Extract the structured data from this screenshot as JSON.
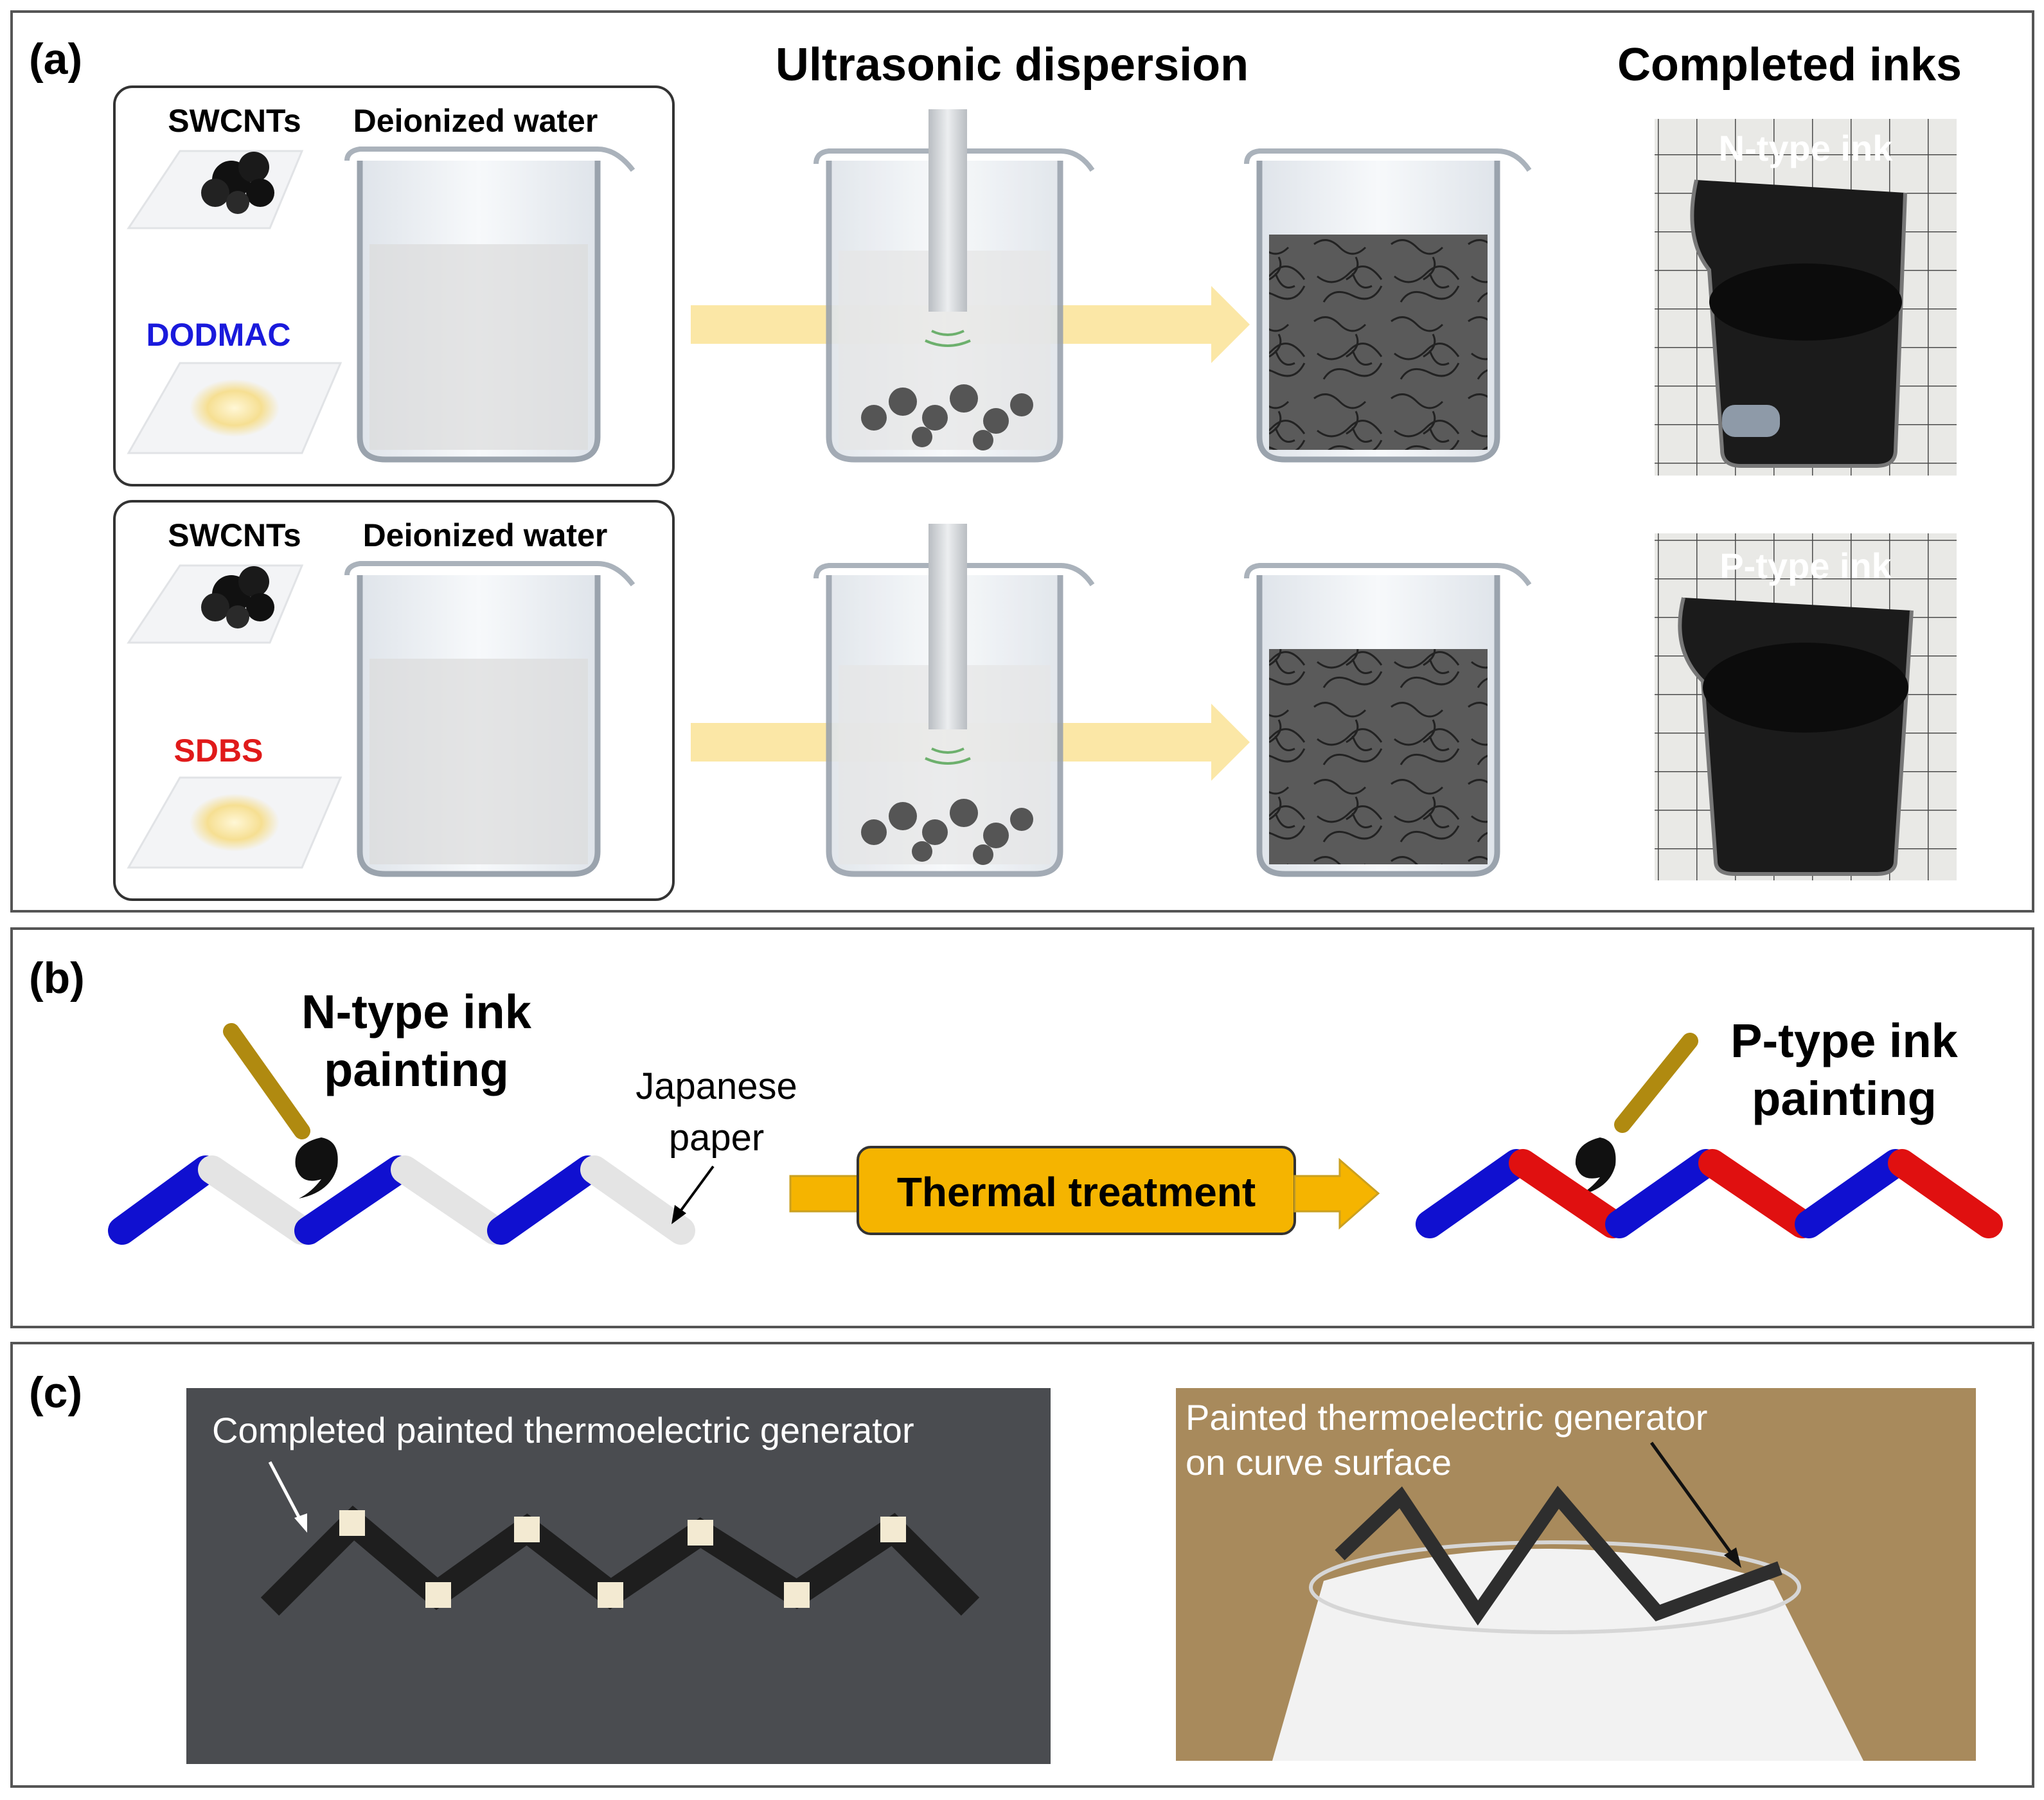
{
  "panel_a": {
    "label": "(a)",
    "title_ultrasonic": "Ultrasonic dispersion",
    "title_completed": "Completed inks",
    "top_box": {
      "swcnts": "SWCNTs",
      "water": "Deionized water",
      "surfactant": "DODMAC",
      "surfactant_color": "#1a1adc"
    },
    "bottom_box": {
      "swcnts": "SWCNTs",
      "water": "Deionized water",
      "surfactant": "SDBS",
      "surfactant_color": "#e01a1a"
    },
    "photo_top_label": "N-type ink",
    "photo_bottom_label": "P-type ink"
  },
  "panel_b": {
    "label": "(b)",
    "n_painting": [
      "N-type ink",
      "painting"
    ],
    "paper": [
      "Japanese",
      "paper"
    ],
    "thermal": "Thermal treatment",
    "p_painting": [
      "P-type ink",
      "painting"
    ]
  },
  "panel_c": {
    "label": "(c)",
    "photo_left_caption": "Completed painted thermoelectric generator",
    "photo_right_caption": [
      "Painted thermoelectric generator",
      "on curve surface"
    ]
  },
  "colors": {
    "n_type": "#1010d0",
    "p_type": "#e01010",
    "arrow_fill": "#fbe7a6",
    "thermal_box": "#f5b400",
    "brush": "#b08a10"
  }
}
